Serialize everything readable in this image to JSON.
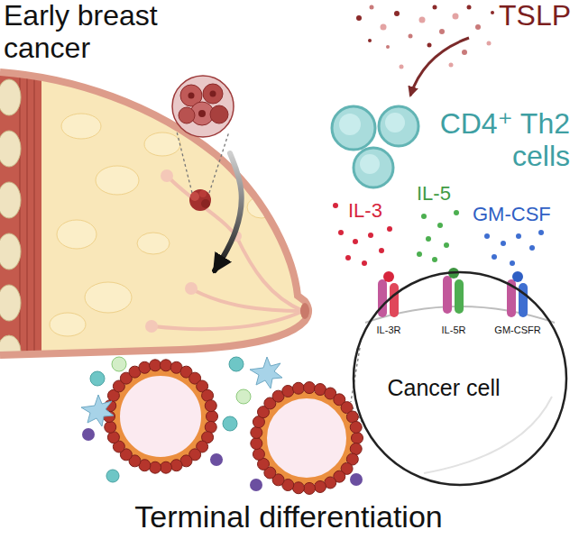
{
  "diagram": {
    "nodes": [
      {
        "text": [
          "Early breast cancer"
        ]
      },
      {
        "text": [
          "CD4⁺ Th2 cells"
        ]
      },
      {
        "text": [
          "Cancer cell"
        ]
      },
      {
        "text": [
          "Terminal differentiation"
        ]
      }
    ],
    "edges": [
      {
        "from": 0,
        "to": 3,
        "arrow": "to"
      }
    ],
    "labels": [
      "TSLP",
      "IL-3",
      "IL-5",
      "GM-CSF",
      "IL-3R",
      "IL-5R",
      "GM-CSFR"
    ]
  }
}
